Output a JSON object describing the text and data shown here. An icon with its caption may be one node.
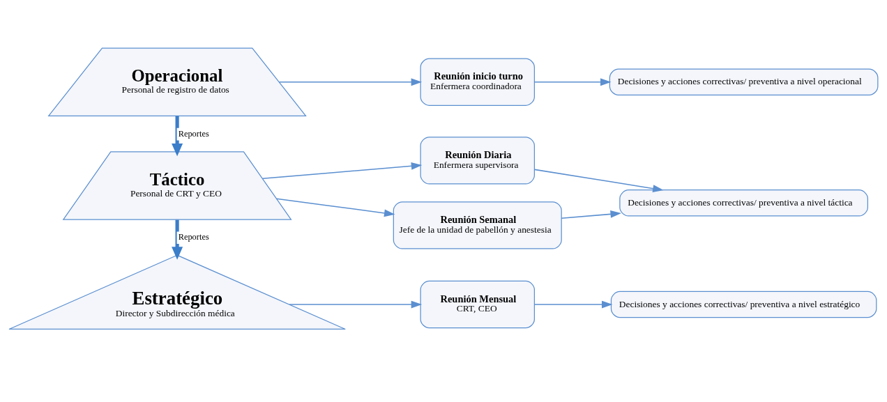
{
  "diagram": {
    "nodes": [
      {
        "text": [
          "Estratégico",
          "Director y Subdirección médica"
        ]
      },
      {
        "text": [
          "Táctico",
          "Personal de CRT y CEO"
        ]
      },
      {
        "text": [
          "Operacional",
          "Personal de registro de datos"
        ]
      },
      {
        "text": [
          "Reunión Mensual",
          "CRT, CEO"
        ]
      },
      {
        "text": [
          "Reunión Semanal",
          "Jefe de la unidad de pabellón y anestesia"
        ]
      },
      {
        "text": [
          "Reunión Diaria",
          "Enfermera supervisora"
        ]
      },
      {
        "text": [
          "Reunión inicio turno",
          "Enfermera coordinadora"
        ]
      },
      {
        "text": [
          "Decisiones y acciones correctivas/ preventiva a nivel estratégico"
        ]
      },
      {
        "text": [
          "Decisiones y acciones correctivas/ preventiva a nivel táctica"
        ]
      },
      {
        "text": [
          "Decisiones y acciones correctivas/ preventiva a nivel operacional"
        ]
      }
    ],
    "edges": [
      {
        "from": 1,
        "to": 0,
        "arrow": "to",
        "label": "Reportes",
        "style": "thick",
        "color": "#3a7dc9"
      },
      {
        "from": 2,
        "to": 1,
        "arrow": "to",
        "label": "Reportes",
        "style": "thick",
        "color": "#3a7dc9"
      },
      {
        "from": 0,
        "to": 3,
        "arrow": "to"
      },
      {
        "from": 1,
        "to": 4,
        "arrow": "to"
      },
      {
        "from": 1,
        "to": 5,
        "arrow": "to"
      },
      {
        "from": 2,
        "to": 6,
        "arrow": "to"
      },
      {
        "from": 3,
        "to": 7,
        "arrow": "to"
      },
      {
        "from": 4,
        "to": 8,
        "arrow": "to"
      },
      {
        "from": 5,
        "to": 8,
        "arrow": "to"
      },
      {
        "from": 6,
        "to": 9,
        "arrow": "to"
      }
    ]
  }
}
